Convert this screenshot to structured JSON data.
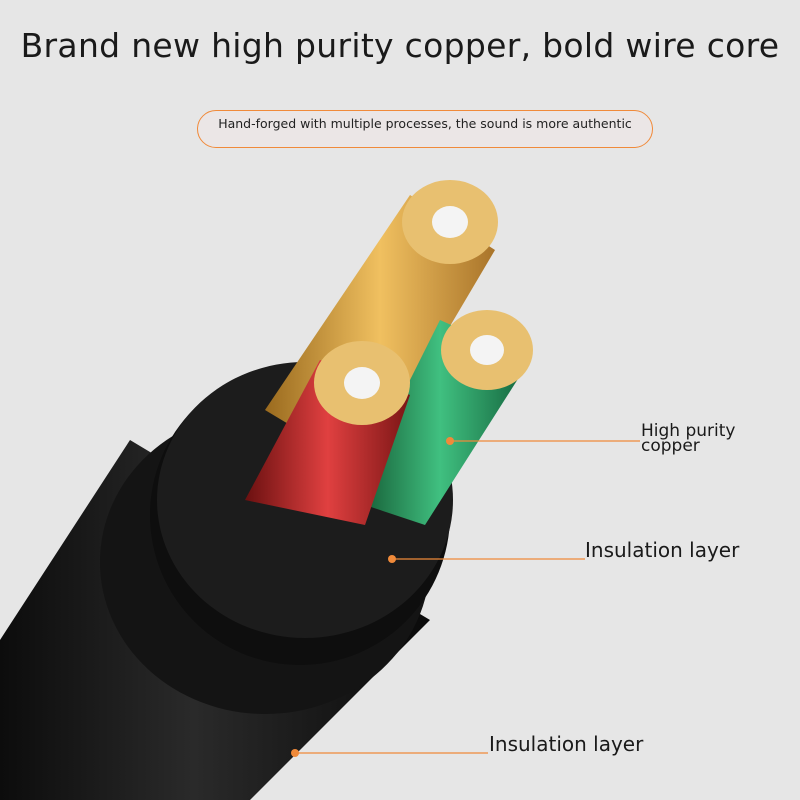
{
  "header": {
    "title": "Brand new high purity copper, bold wire core",
    "subtitle": "Hand-forged with multiple processes, the sound is more authentic"
  },
  "callouts": [
    {
      "label": "High purity copper"
    },
    {
      "label": "Insulation layer"
    },
    {
      "label": "Insulation layer"
    }
  ],
  "colors": {
    "accent": "#f08a3a",
    "background": "#e6e6e6",
    "wire_gold": "#d9a040",
    "wire_red": "#c0282a",
    "wire_green": "#2a9a5a"
  }
}
